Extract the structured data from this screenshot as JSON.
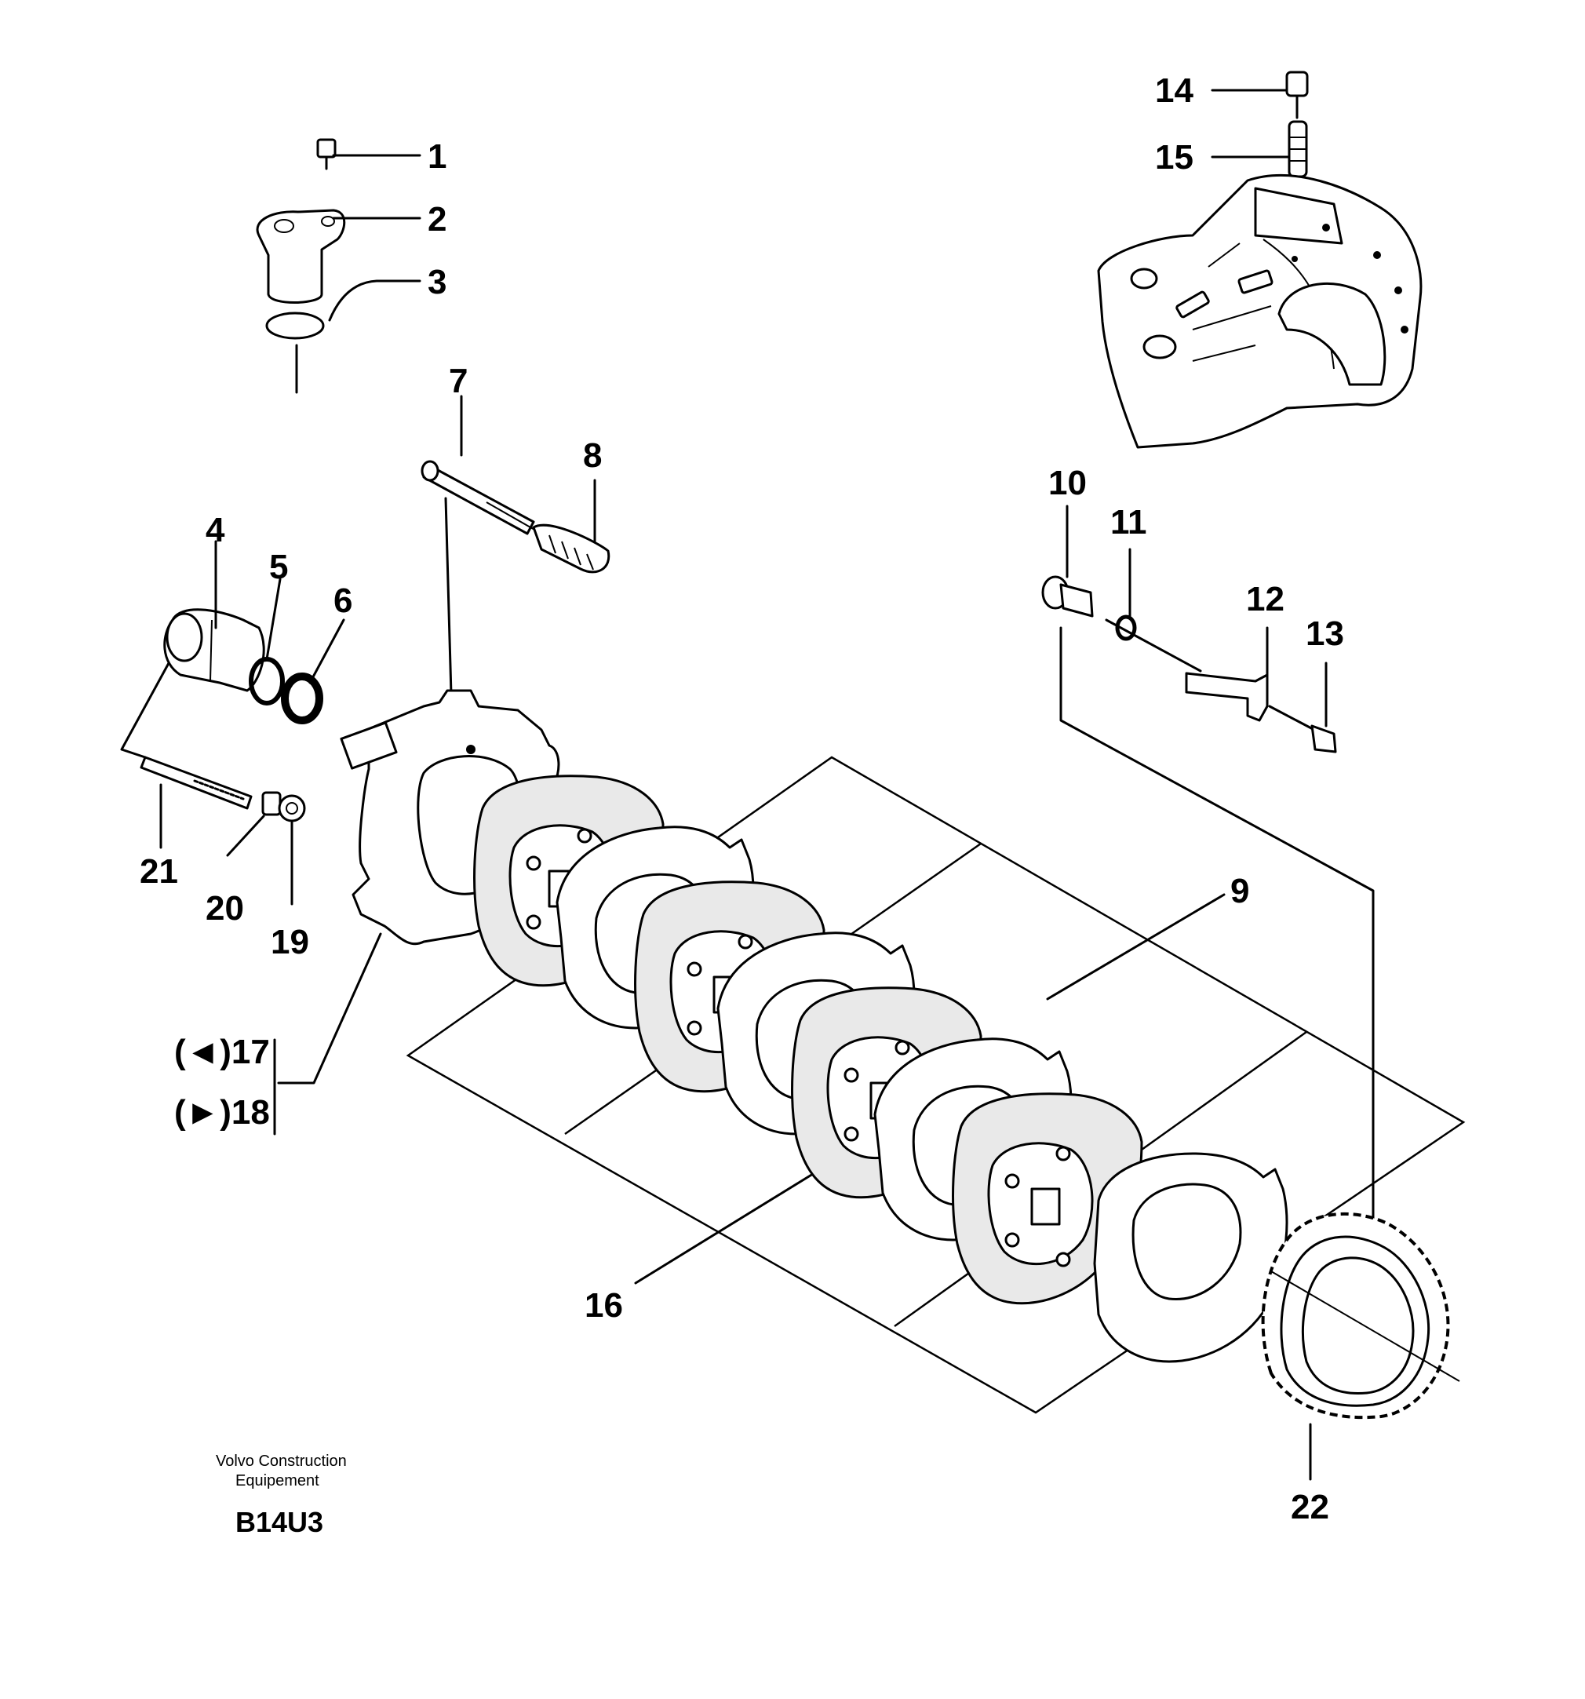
{
  "callouts": {
    "c1": "1",
    "c2": "2",
    "c3": "3",
    "c4": "4",
    "c5": "5",
    "c6": "6",
    "c7": "7",
    "c8": "8",
    "c9": "9",
    "c10": "10",
    "c11": "11",
    "c12": "12",
    "c13": "13",
    "c14": "14",
    "c15": "15",
    "c16": "16",
    "c17": "(◄)17",
    "c18": "(►)18",
    "c19": "19",
    "c20": "20",
    "c21": "21",
    "c22": "22"
  },
  "footer": {
    "brand_line1": "Volvo Construction",
    "brand_line2": "Equipement",
    "code": "B14U3"
  }
}
